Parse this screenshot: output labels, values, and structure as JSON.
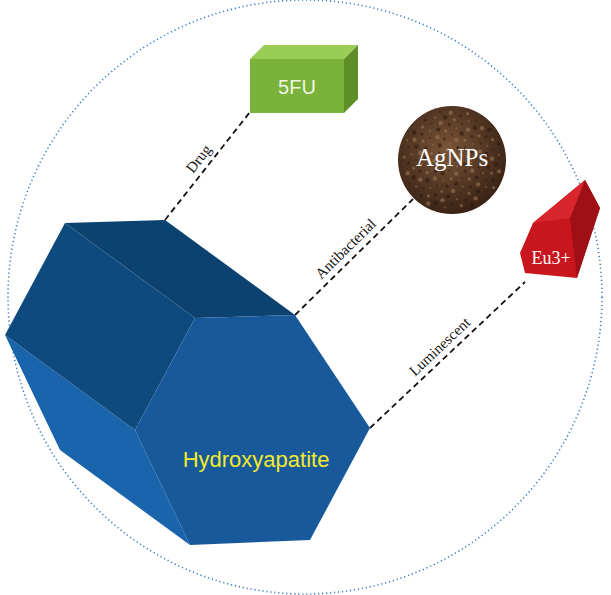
{
  "diagram": {
    "nodes": [
      {
        "text": [
          "5FU"
        ]
      },
      {
        "text": [
          "AgNPs"
        ]
      },
      {
        "text": [
          "Eu3+"
        ]
      },
      {
        "text": [
          "Hydroxyapatite"
        ]
      }
    ],
    "edges": [
      {
        "from": 3,
        "to": 0,
        "label": "Drug",
        "arrow": "none"
      },
      {
        "from": 3,
        "to": 1,
        "label": "Antibacterial",
        "arrow": "none"
      },
      {
        "from": 3,
        "to": 2,
        "label": "Luminescent",
        "arrow": "none"
      }
    ]
  }
}
